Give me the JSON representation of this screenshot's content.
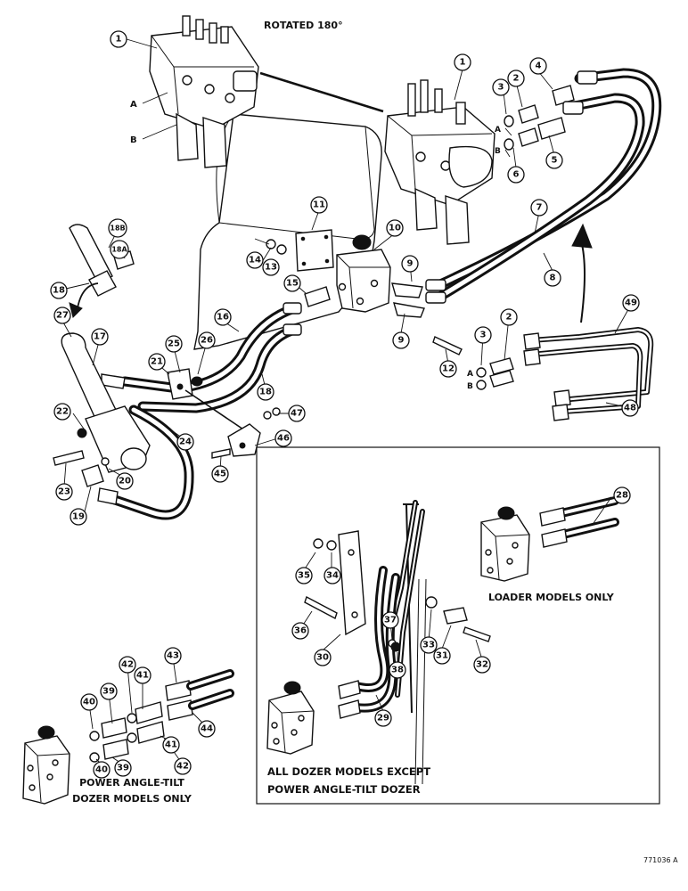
{
  "headings": {
    "rotated": "ROTATED 180°",
    "loader_only": "LOADER MODELS ONLY",
    "dozer_line1": "ALL DOZER MODELS EXCEPT",
    "dozer_line2": "POWER ANGLE-TILT DOZER",
    "pat_line1": "POWER ANGLE-TILT",
    "pat_line2": "DOZER MODELS ONLY",
    "figure_number": "771036 A"
  },
  "port_letters": [
    "A",
    "B",
    "A",
    "B",
    "A",
    "B"
  ],
  "callouts": [
    "1",
    "1",
    "2",
    "3",
    "4",
    "A",
    "B",
    "5",
    "6",
    "7",
    "8",
    "9",
    "9",
    "10",
    "11",
    "12",
    "13",
    "14",
    "15",
    "16",
    "17",
    "18",
    "18",
    "18A",
    "18B",
    "19",
    "20",
    "21",
    "22",
    "23",
    "24",
    "25",
    "26",
    "27",
    "2",
    "3",
    "A",
    "B",
    "28",
    "29",
    "30",
    "31",
    "32",
    "33",
    "34",
    "35",
    "36",
    "37",
    "38",
    "39",
    "39",
    "40",
    "40",
    "41",
    "41",
    "42",
    "42",
    "43",
    "44",
    "45",
    "46",
    "47",
    "48",
    "49"
  ]
}
